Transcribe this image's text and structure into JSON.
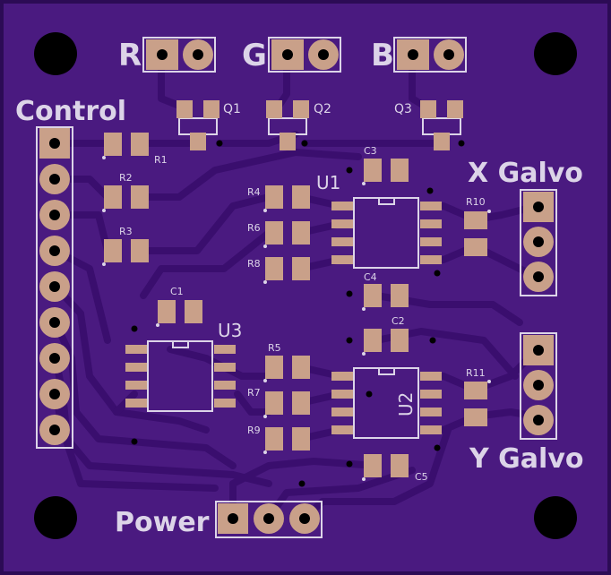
{
  "colors": {
    "board": "#4a1a80",
    "board_edge": "#2c0b55",
    "trace": "#3a0e6e",
    "copper": "#c9a089",
    "silkscreen": "#dcd4e8",
    "hole": "#000000"
  },
  "headers": {
    "r": "R",
    "g": "G",
    "b": "B",
    "control": "Control",
    "x_galvo": "X Galvo",
    "y_galvo": "Y Galvo",
    "power": "Power"
  },
  "refdes": {
    "q1": "Q1",
    "q2": "Q2",
    "q3": "Q3",
    "u1": "U1",
    "u2": "U2",
    "u3": "U3",
    "r1": "R1",
    "r2": "R2",
    "r3": "R3",
    "r4": "R4",
    "r5": "R5",
    "r6": "R6",
    "r7": "R7",
    "r8": "R8",
    "r9": "R9",
    "r10": "R10",
    "r11": "R11",
    "c1": "C1",
    "c2": "C2",
    "c3": "C3",
    "c4": "C4",
    "c5": "C5"
  }
}
